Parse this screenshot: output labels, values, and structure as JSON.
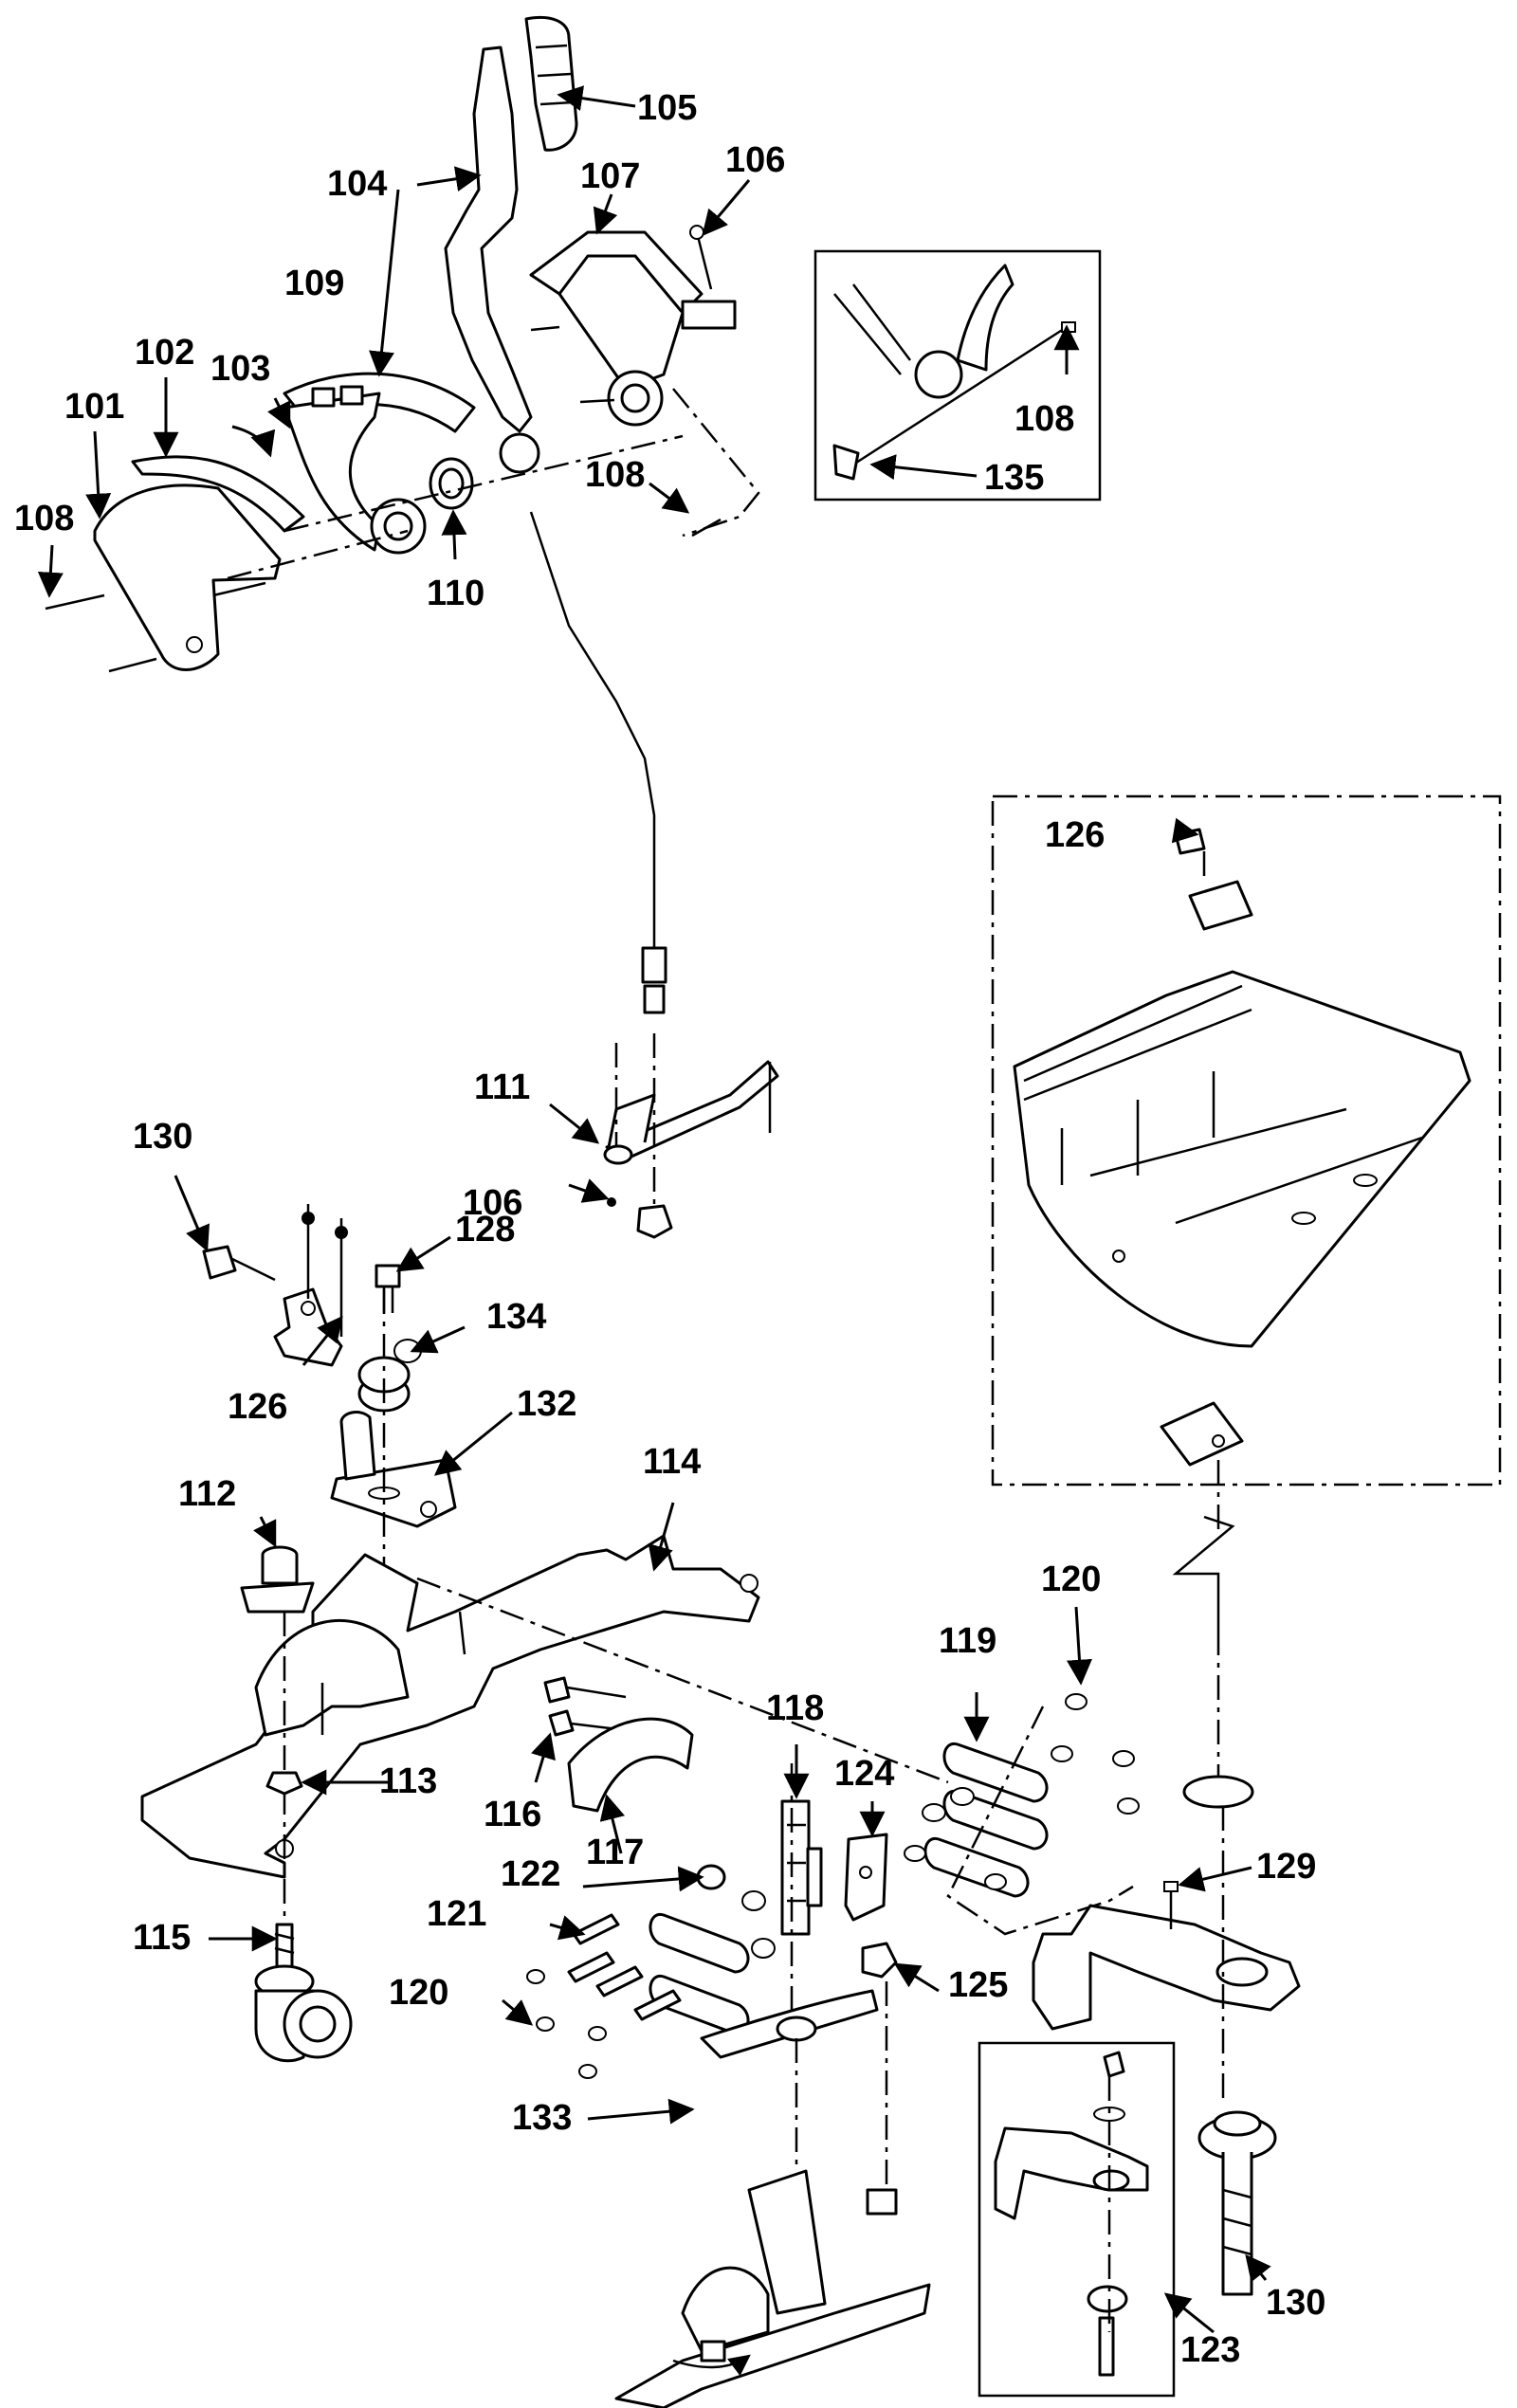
{
  "callouts": {
    "p101": "101",
    "p102": "102",
    "p103": "103",
    "p104": "104",
    "p105": "105",
    "p106a": "106",
    "p106b": "106",
    "p107": "107",
    "p108a": "108",
    "p108b": "108",
    "p108c": "108",
    "p109": "109",
    "p110": "110",
    "p111": "111",
    "p112": "112",
    "p113": "113",
    "p114": "114",
    "p115": "115",
    "p116": "116",
    "p117": "117",
    "p118": "118",
    "p119": "119",
    "p120a": "120",
    "p120b": "120",
    "p121": "121",
    "p122": "122",
    "p123": "123",
    "p124": "124",
    "p125": "125",
    "p126a": "126",
    "p126b": "126",
    "p128": "128",
    "p129": "129",
    "p130a": "130",
    "p130b": "130",
    "p132": "132",
    "p133": "133",
    "p134": "134",
    "p135": "135"
  },
  "colors": {
    "ink": "#000000",
    "paper": "#ffffff"
  }
}
